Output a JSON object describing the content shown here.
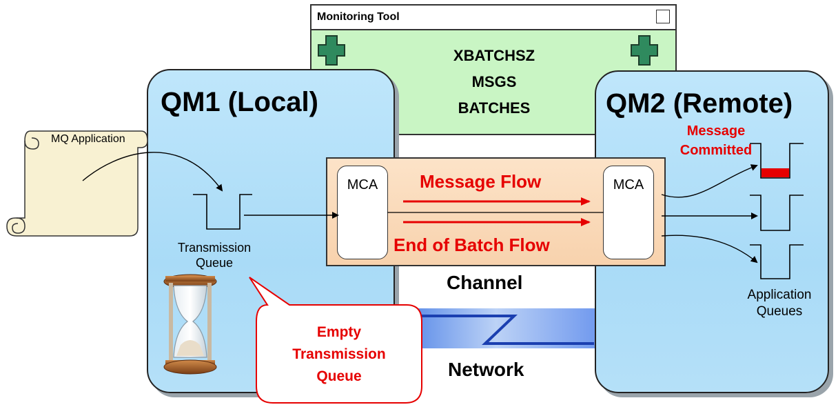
{
  "monitoring_tool": {
    "title": "Monitoring Tool",
    "metrics": [
      "XBATCHSZ",
      "MSGS",
      "BATCHES"
    ]
  },
  "qm1": {
    "title": "QM1 (Local)"
  },
  "qm2": {
    "title": "QM2 (Remote)"
  },
  "application": {
    "label": "MQ Application"
  },
  "transmission_queue": {
    "line1": "Transmission",
    "line2": "Queue"
  },
  "channel": {
    "label": "Channel",
    "mca_left": "MCA",
    "mca_right": "MCA",
    "message_flow": "Message Flow",
    "end_of_batch_flow": "End of Batch Flow"
  },
  "network": {
    "label": "Network"
  },
  "callout": {
    "line1": "Empty",
    "line2": "Transmission",
    "line3": "Queue"
  },
  "message_committed": {
    "line1": "Message",
    "line2": "Committed"
  },
  "application_queues": {
    "line1": "Application",
    "line2": "Queues"
  },
  "colors": {
    "accent_red": "#e60000",
    "qm_blue": "#b5e0f8",
    "monitor_green": "#c9f5c4",
    "channel_orange": "#f8d2ad",
    "network_blue": "#2b5fd9"
  }
}
